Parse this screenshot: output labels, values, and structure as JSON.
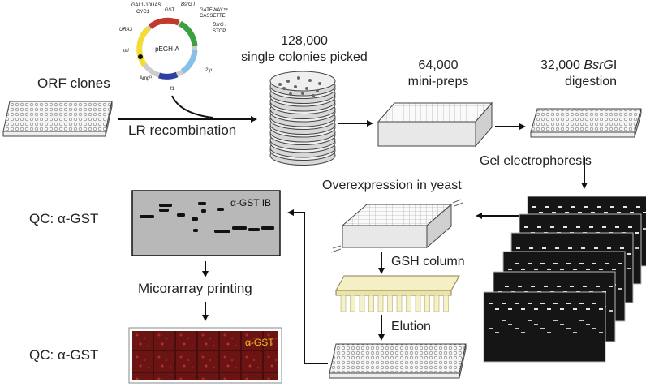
{
  "plasmid": {
    "name": "pEGH-A",
    "features": {
      "gal": "GAL1-10UAS",
      "cyc": "CYC1",
      "gst": "GST",
      "bsrg_top": "BsrG I",
      "gateway1": "GATEWAY™",
      "gateway2": "CASSETTE",
      "bsrg_right": "BsrG I",
      "stop": "STOP",
      "ura": "URA3",
      "ori": "ori",
      "amp": "Ampᴿ",
      "twomu": "2 µ",
      "f1": "f1"
    }
  },
  "labels": {
    "orf": "ORF clones",
    "lr": "LR recombination",
    "colonies_count": "128,000",
    "colonies_text": "single colonies picked",
    "minipreps_count": "64,000",
    "minipreps_text": "mini-preps",
    "digestion_count": "32,000",
    "digestion_enzyme": "BsrG",
    "digestion_enzyme_suffix": "I",
    "digestion_text": "digestion",
    "gel": "Gel electrophoresis",
    "overexpression": "Overexpression in yeast",
    "gsh": "GSH column",
    "elution": "Elution",
    "qc1": "QC: α-GST",
    "qc2": "QC: α-GST",
    "microarray": "Micorarray printing",
    "ib": "α-GST IB",
    "array_tag": "α-GST"
  },
  "colors": {
    "arrow": "#111111",
    "plasmid_gst": "#c0392b",
    "plasmid_gateway": "#3aa040",
    "plasmid_2mu": "#87c0e8",
    "plasmid_ura": "#f2dc3a",
    "plasmid_amp": "#3040a0",
    "array_bg": "#5a0f0f",
    "array_tag": "#f0c020",
    "gel_bg": "#111111"
  }
}
